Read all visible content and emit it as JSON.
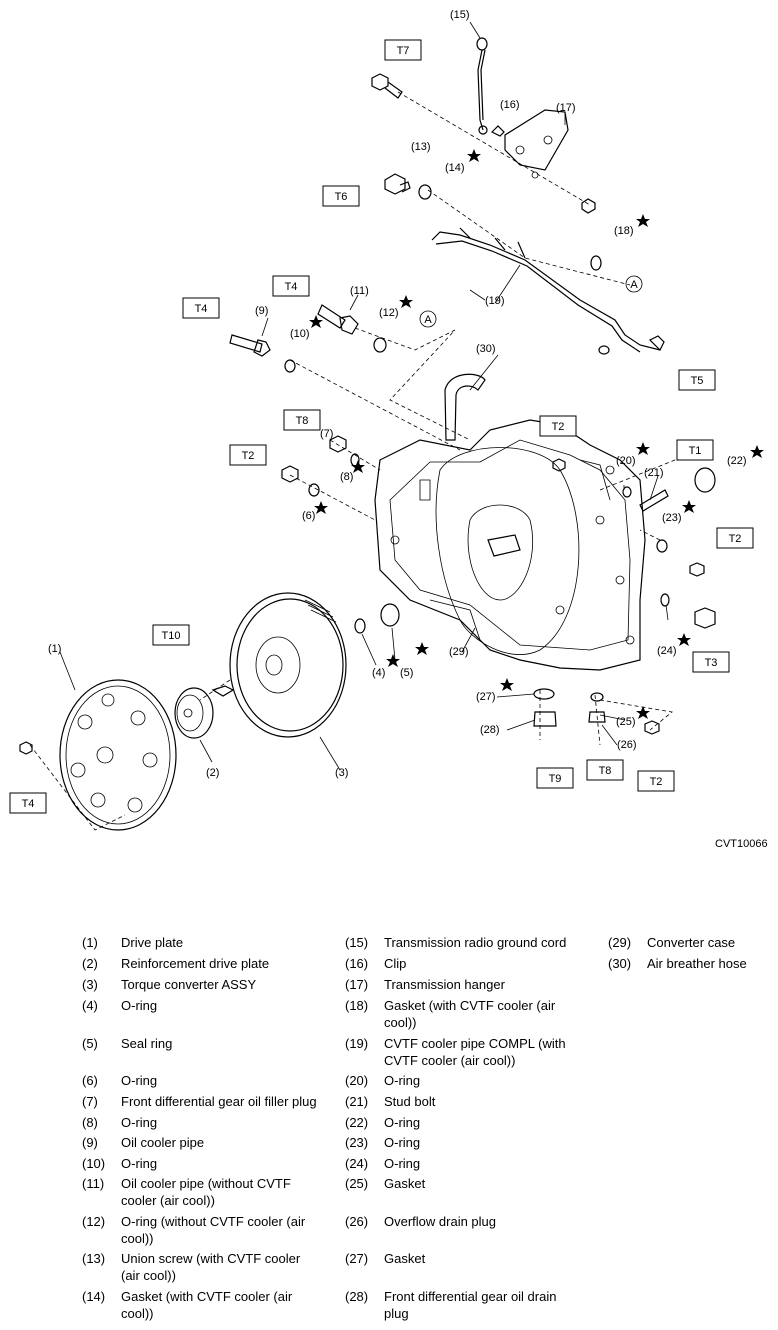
{
  "figure_code": "CVT10066",
  "callouts": {
    "tools": [
      "T7",
      "T6",
      "T4",
      "T4",
      "T8",
      "T2",
      "T10",
      "T4",
      "T2",
      "T1",
      "T2",
      "T3",
      "T9",
      "T8",
      "T2",
      "T5"
    ],
    "parts": [
      "(15)",
      "(16)",
      "(17)",
      "(13)",
      "(14)",
      "(18)",
      "(19)",
      "(11)",
      "(12)",
      "(9)",
      "(10)",
      "(30)",
      "(7)",
      "(8)",
      "(6)",
      "(20)",
      "(21)",
      "(22)",
      "(23)",
      "(24)",
      "(25)",
      "(26)",
      "(27)",
      "(28)",
      "(29)",
      "(1)",
      "(2)",
      "(3)",
      "(4)",
      "(5)"
    ],
    "ref_mark": "A"
  },
  "legend": {
    "col1": [
      {
        "n": "(1)",
        "t": "Drive plate"
      },
      {
        "n": "(2)",
        "t": "Reinforcement drive plate"
      },
      {
        "n": "(3)",
        "t": "Torque converter ASSY"
      },
      {
        "n": "(4)",
        "t": "O-ring"
      },
      {
        "n": "(5)",
        "t": "Seal ring"
      },
      {
        "n": "(6)",
        "t": "O-ring"
      },
      {
        "n": "(7)",
        "t": "Front differential gear oil filler plug"
      },
      {
        "n": "(8)",
        "t": "O-ring"
      },
      {
        "n": "(9)",
        "t": "Oil cooler pipe"
      },
      {
        "n": "(10)",
        "t": "O-ring"
      },
      {
        "n": "(11)",
        "t": "Oil cooler pipe (without CVTF cooler (air cool))"
      },
      {
        "n": "(12)",
        "t": "O-ring (without CVTF cooler (air cool))"
      },
      {
        "n": "(13)",
        "t": "Union screw (with CVTF cooler (air cool))"
      },
      {
        "n": "(14)",
        "t": "Gasket (with CVTF cooler (air cool))"
      }
    ],
    "col2": [
      {
        "n": "(15)",
        "t": "Transmission radio ground cord"
      },
      {
        "n": "(16)",
        "t": "Clip"
      },
      {
        "n": "(17)",
        "t": "Transmission hanger"
      },
      {
        "n": "(18)",
        "t": "Gasket (with CVTF cooler (air cool))"
      },
      {
        "n": "(19)",
        "t": "CVTF cooler pipe COMPL (with CVTF cooler (air cool))"
      },
      {
        "n": "(20)",
        "t": "O-ring"
      },
      {
        "n": "(21)",
        "t": "Stud bolt"
      },
      {
        "n": "(22)",
        "t": "O-ring"
      },
      {
        "n": "(23)",
        "t": "O-ring"
      },
      {
        "n": "(24)",
        "t": "O-ring"
      },
      {
        "n": "(25)",
        "t": "Gasket"
      },
      {
        "n": "(26)",
        "t": "Overflow drain plug"
      },
      {
        "n": "(27)",
        "t": "Gasket"
      },
      {
        "n": "(28)",
        "t": "Front differential gear oil drain plug"
      }
    ],
    "col3": [
      {
        "n": "(29)",
        "t": "Converter case"
      },
      {
        "n": "(30)",
        "t": "Air breather hose"
      }
    ]
  }
}
